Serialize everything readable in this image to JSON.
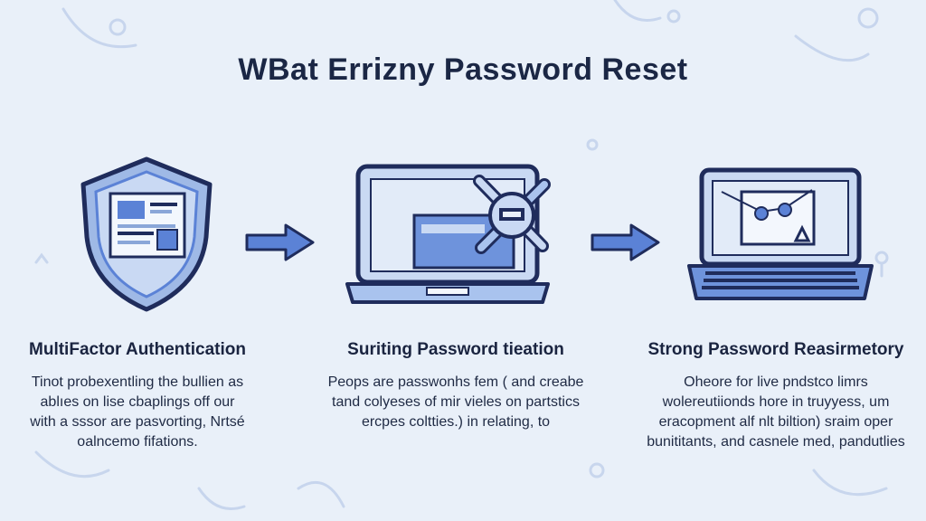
{
  "title": "WBat Errizny Password Reset",
  "steps": [
    {
      "title": "MultiFactor Authentication",
      "lines": [
        "Tinot probexentling the bullien as",
        "ablıes on lise cbaplings off our",
        "with a sssor are pasvorting, Nrtsé",
        "oalncemo fifations."
      ]
    },
    {
      "title": "Suriting Password tieation",
      "lines": [
        "Peops are passwonhs fem ( and creabe",
        "tand colyeses of mir vieles on partstics",
        "ercpes coltties.) in relating, to"
      ]
    },
    {
      "title": "Strong Password Reasirmetory",
      "lines": [
        "Oheore for live pndstco limrs",
        "wolereutiionds hore in truyyess, um",
        "eracopment alf nlt biltion) sraim oper",
        "bunititants, and casnele med, pandutlies"
      ]
    }
  ],
  "colors": {
    "background": "#e9f0f9",
    "navy": "#1f2c5c",
    "blue": "#5b82d6",
    "light_blue": "#a9c3ee"
  },
  "icons": [
    "shield-icon",
    "laptop-icon",
    "wrench-icon",
    "arrow-right-icon"
  ]
}
